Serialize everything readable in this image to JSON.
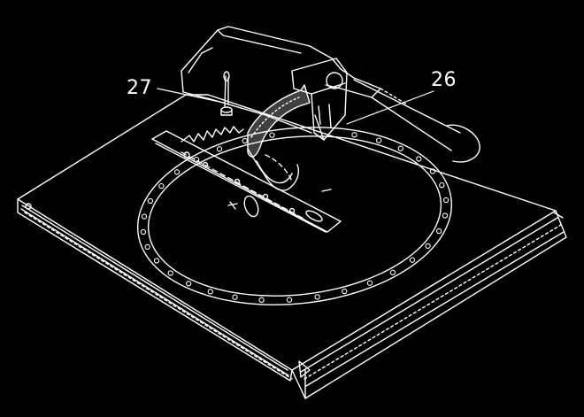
{
  "figure": {
    "callouts": [
      {
        "number": "27",
        "part": "knob"
      },
      {
        "number": "26",
        "part": "motor-support-arm"
      }
    ]
  },
  "colors": {
    "background": "#000000",
    "lines": "#ffffff"
  }
}
